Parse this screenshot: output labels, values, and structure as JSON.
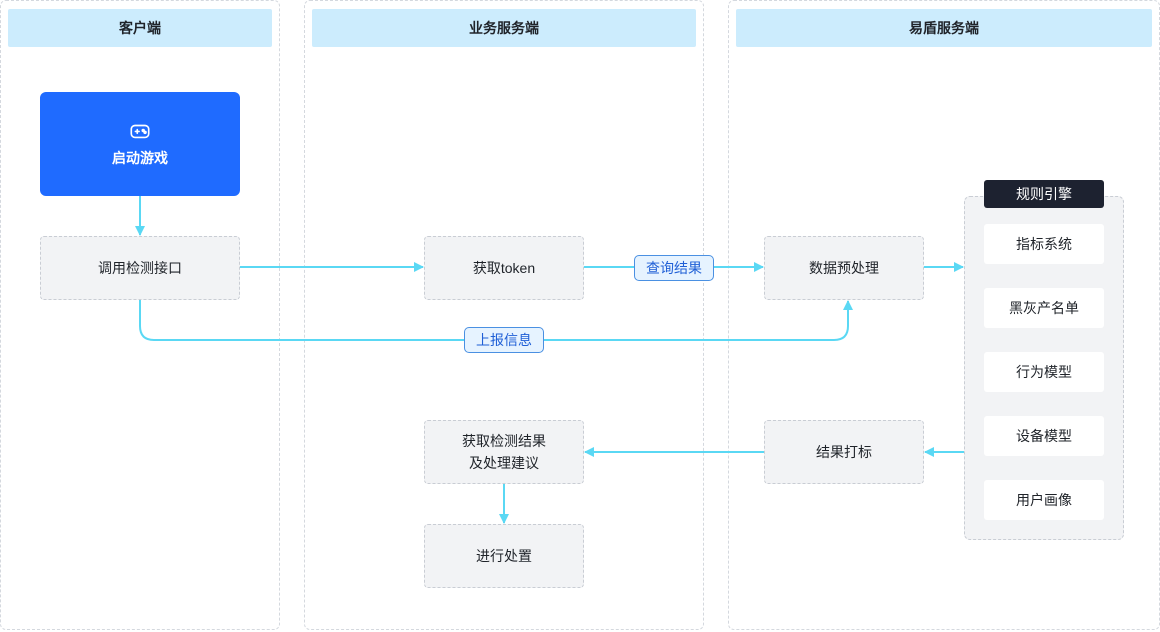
{
  "lanes": {
    "client": "客户端",
    "business": "业务服务端",
    "yidun": "易盾服务端"
  },
  "nodes": {
    "start": "启动游戏",
    "call_api": "调用检测接口",
    "get_token": "获取token",
    "preprocess": "数据预处理",
    "get_result_line1": "获取检测结果",
    "get_result_line2": "及处理建议",
    "handle": "进行处置",
    "tagging": "结果打标"
  },
  "rules_engine": {
    "title": "规则引擎",
    "items": [
      "指标系统",
      "黑灰产名单",
      "行为模型",
      "设备模型",
      "用户画像"
    ]
  },
  "edge_labels": {
    "query_result": "查询结果",
    "report_info": "上报信息"
  },
  "colors": {
    "connector": "#5ad8f4",
    "start_fill": "#1f6bff",
    "lane_header": "#ccecfd"
  }
}
